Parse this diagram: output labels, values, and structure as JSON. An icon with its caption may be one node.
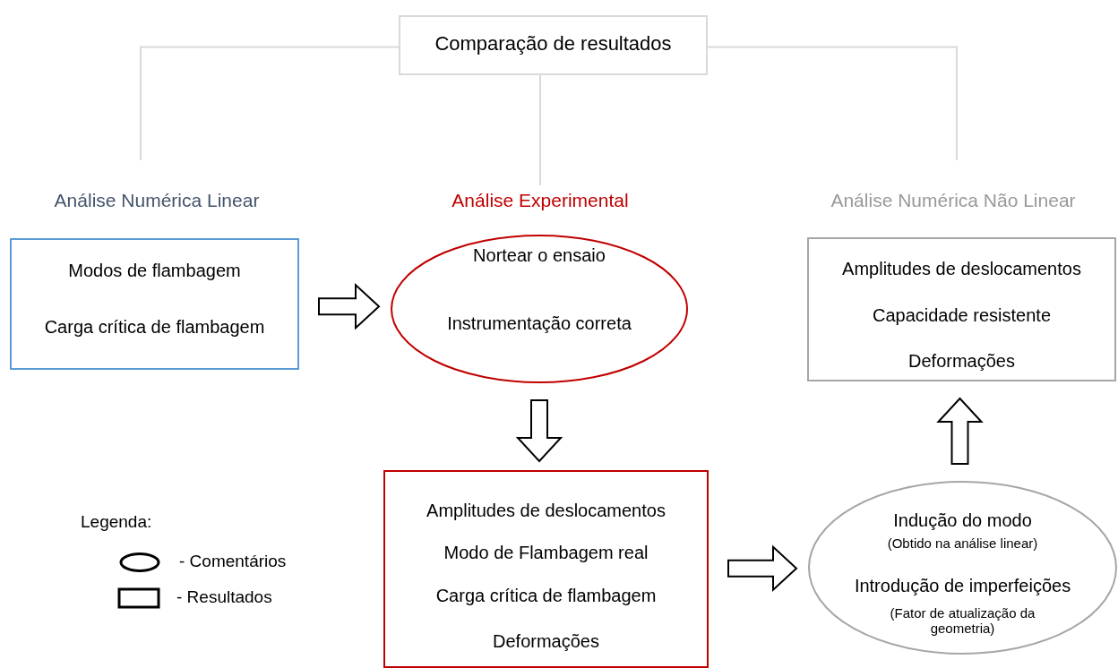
{
  "diagram": {
    "nodes": [
      {
        "text": [
          "Comparação de resultados"
        ]
      },
      {
        "text": [
          "Análise Numérica Linear"
        ]
      },
      {
        "text": [
          "Análise Experimental"
        ]
      },
      {
        "text": [
          "Análise Numérica Não Linear"
        ]
      },
      {
        "text": [
          "Modos de flambagem",
          "Carga crítica de flambagem"
        ]
      },
      {
        "text": [
          "Nortear o ensaio",
          "Instrumentação correta"
        ]
      },
      {
        "text": [
          "Amplitudes de deslocamentos",
          "Capacidade resistente",
          "Deformações"
        ]
      },
      {
        "text": [
          "Amplitudes de deslocamentos",
          "Modo de Flambagem real",
          "Carga crítica de flambagem",
          "Deformações"
        ]
      },
      {
        "text": [
          "Indução do modo",
          "(Obtido na análise linear)",
          "Introdução de imperfeições",
          "(Fator de atualização da geometria)"
        ]
      }
    ],
    "edges": [
      {
        "from": 0,
        "to": 1,
        "arrow": "none",
        "color": "#d9d9d9"
      },
      {
        "from": 0,
        "to": 2,
        "arrow": "none",
        "color": "#d9d9d9"
      },
      {
        "from": 0,
        "to": 3,
        "arrow": "none",
        "color": "#d9d9d9"
      },
      {
        "from": 4,
        "to": 5,
        "arrow": "to"
      },
      {
        "from": 5,
        "to": 7,
        "arrow": "to"
      },
      {
        "from": 7,
        "to": 8,
        "arrow": "to"
      },
      {
        "from": 8,
        "to": 6,
        "arrow": "to"
      }
    ],
    "labels": [
      "Legenda:"
    ],
    "legend": [
      {
        "text": "- Comentários"
      },
      {
        "text": "- Resultados"
      }
    ]
  }
}
